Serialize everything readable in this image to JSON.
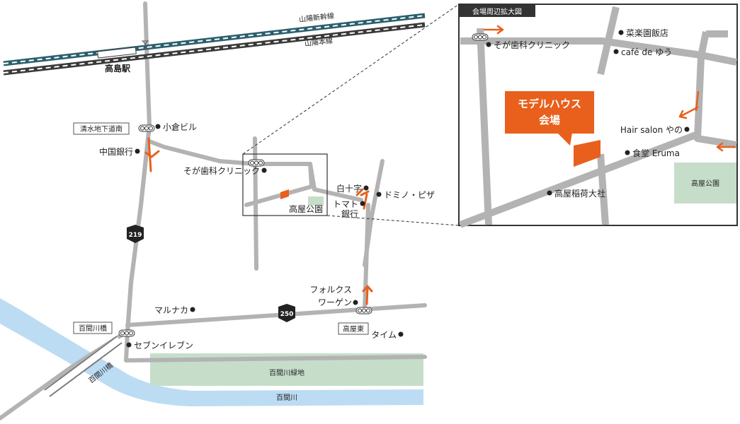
{
  "railways": {
    "shinkansen": "山陽新幹線",
    "main_line": "山陽本線",
    "station": "高島駅"
  },
  "routes": {
    "r219": "219",
    "r250": "250"
  },
  "signals": {
    "shimizu": "清水地下道南",
    "hyakkengawa_bridge": "百間川橋",
    "takaya_east": "高屋東"
  },
  "landmarks": {
    "kokura_bldg": "小倉ビル",
    "chugoku_bank": "中国銀行",
    "soga_dental": "そが歯科クリニック",
    "hakujuji": "白十字",
    "domino": "ドミノ・ピザ",
    "tomato_bank_1": "トマト",
    "tomato_bank_2": "銀行",
    "takaya_park": "高屋公園",
    "volkswagen_1": "フォルクス",
    "volkswagen_2": "ワーゲン",
    "marunaka": "マルナカ",
    "seven_eleven": "セブンイレブン",
    "time": "タイム",
    "greenbelt": "百間川緑地",
    "river": "百間川",
    "bridge": "百間川橋"
  },
  "inset": {
    "title": "会場周辺拡大図",
    "venue_line1": "モデルハウス",
    "venue_line2": "会場",
    "soga_dental": "そが歯科クリニック",
    "saiseien": "菜楽園飯店",
    "cafe": "café de ゆう",
    "hair_salon": "Hair salon やの",
    "shokudo": "食堂 Eruma",
    "inari": "高屋稲荷大社",
    "park": "高屋公園"
  },
  "colors": {
    "road": "#b3b3b3",
    "accent": "#e8601c",
    "park": "#c6dec9",
    "river": "#bcdcf3",
    "rail_dark": "#3a3a3a",
    "rail_teal": "#2c5f6e"
  }
}
